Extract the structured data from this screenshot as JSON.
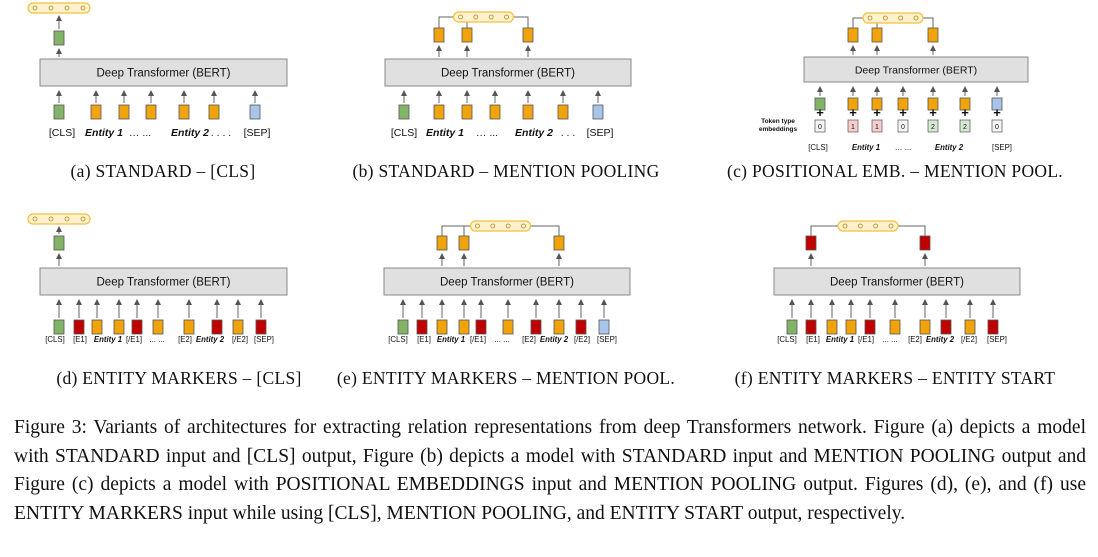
{
  "colors": {
    "cls": "#82b366",
    "token": "#f0a30a",
    "marker": "#c00000",
    "sep": "#a9c4eb",
    "type0": "#f5f5f5",
    "type1": "#f8cecc",
    "type2": "#d5e8d4",
    "pill_fill": "#fff2cc",
    "pill_stroke": "#f0c040",
    "box_fill": "#e0e0e0",
    "box_stroke": "#888888"
  },
  "transformer_label": "Deep Transformer (BERT)",
  "panels": [
    {
      "id": "a",
      "caption": "(a) STANDARD – [CLS]",
      "tokens": [
        "cls",
        "tok",
        "tok",
        "tok",
        "tok",
        "tok",
        "sep"
      ],
      "labels": [
        "[CLS]",
        "Entity 1",
        "… ...",
        "Entity 2",
        ". . . .",
        "[SEP]"
      ],
      "output": "cls"
    },
    {
      "id": "b",
      "caption": "(b) STANDARD – MENTION POOLING",
      "tokens": [
        "cls",
        "tok",
        "tok",
        "tok",
        "tok",
        "tok",
        "sep"
      ],
      "labels": [
        "[CLS]",
        "Entity 1",
        "… ...",
        "Entity 2",
        ". . .",
        "[SEP]"
      ],
      "output": "pool"
    },
    {
      "id": "c",
      "caption": "(c) POSITIONAL EMB. – MENTION POOL.",
      "tokens": [
        "cls",
        "tok",
        "tok",
        "tok",
        "tok",
        "tok",
        "sep"
      ],
      "type_ids": [
        "0",
        "1",
        "1",
        "0",
        "2",
        "2",
        "0"
      ],
      "type_label": [
        "Token type",
        "embeddings"
      ],
      "labels": [
        "[CLS]",
        "Entity 1",
        "… ...",
        "Entity 2",
        "[SEP]"
      ],
      "output": "pool"
    },
    {
      "id": "d",
      "caption": "(d) ENTITY MARKERS – [CLS]",
      "tokens": [
        "cls",
        "mark",
        "tok",
        "tok",
        "mark",
        "tok",
        "tok",
        "mark",
        "tok",
        "mark",
        "sep"
      ],
      "labels": [
        "[CLS]",
        "[E1]",
        "Entity 1",
        "[/E1]",
        "... ...",
        "[E2]",
        "Entity 2",
        "[/E2]",
        "[SEP]"
      ],
      "output": "cls"
    },
    {
      "id": "e",
      "caption": "(e) ENTITY MARKERS – MENTION POOL.",
      "tokens": [
        "cls",
        "mark",
        "tok",
        "tok",
        "mark",
        "tok",
        "mark",
        "tok",
        "mark",
        "sep"
      ],
      "labels": [
        "[CLS]",
        "[E1]",
        "Entity 1",
        "[/E1]",
        "... ...",
        "[E2]",
        "Entity 2",
        "[/E2]",
        "[SEP]"
      ],
      "output": "pool"
    },
    {
      "id": "f",
      "caption": "(f) ENTITY MARKERS – ENTITY START",
      "tokens": [
        "cls",
        "mark",
        "tok",
        "tok",
        "mark",
        "tok",
        "tok",
        "mark",
        "tok",
        "mark",
        "sep"
      ],
      "labels": [
        "[CLS]",
        "[E1]",
        "Entity 1",
        "[/E1]",
        "... ...",
        "[E2]",
        "Entity 2",
        "[/E2]",
        "[SEP]"
      ],
      "output": "start"
    }
  ],
  "figure_caption": "Figure 3: Variants of architectures for extracting relation representations from deep Transformers network. Figure (a) depicts a model with STANDARD input and [CLS] output, Figure (b) depicts a model with STANDARD input and MENTION POOLING output and Figure (c) depicts a model with POSITIONAL EMBEDDINGS input and MENTION POOLING output. Figures (d), (e), and (f) use ENTITY MARKERS input while using [CLS], MENTION POOLING, and ENTITY START output, respectively."
}
